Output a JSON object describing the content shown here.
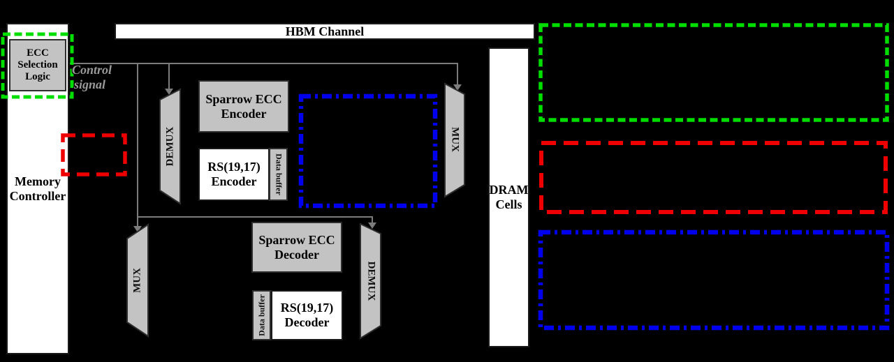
{
  "colors": {
    "background": "#000000",
    "box_gray": "#c3c3c3",
    "green": "#00de00",
    "red": "#ee0000",
    "blue": "#0000ee",
    "wire": "#7c7c7c"
  },
  "blocks": {
    "memory_controller": {
      "line1": "Memory",
      "line2": "Controller"
    },
    "ecc_selection_logic": {
      "line1": "ECC",
      "line2": "Selection",
      "line3": "Logic"
    },
    "hbm_channel": {
      "label": "HBM Channel"
    },
    "dram_cells": {
      "line1": "DRAM",
      "line2": "Cells"
    },
    "demux_top": {
      "label": "DEMUX"
    },
    "mux_top": {
      "label": "MUX"
    },
    "mux_bottom": {
      "label": "MUX"
    },
    "demux_bottom": {
      "label": "DEMUX"
    },
    "sparrow_encoder": {
      "line1": "Sparrow ECC",
      "line2": "Encoder"
    },
    "rs_encoder": {
      "line1": "RS(19,17)",
      "line2": "Encoder"
    },
    "data_buffer_encoder": {
      "label": "Data buffer"
    },
    "sparrow_decoder": {
      "line1": "Sparrow ECC",
      "line2": "Decoder"
    },
    "rs_decoder": {
      "line1": "RS(19,17)",
      "line2": "Decoder"
    },
    "data_buffer_decoder": {
      "label": "Data buffer"
    }
  },
  "annotations": {
    "control_signal": {
      "line1": "Control",
      "line2": "signal"
    }
  }
}
